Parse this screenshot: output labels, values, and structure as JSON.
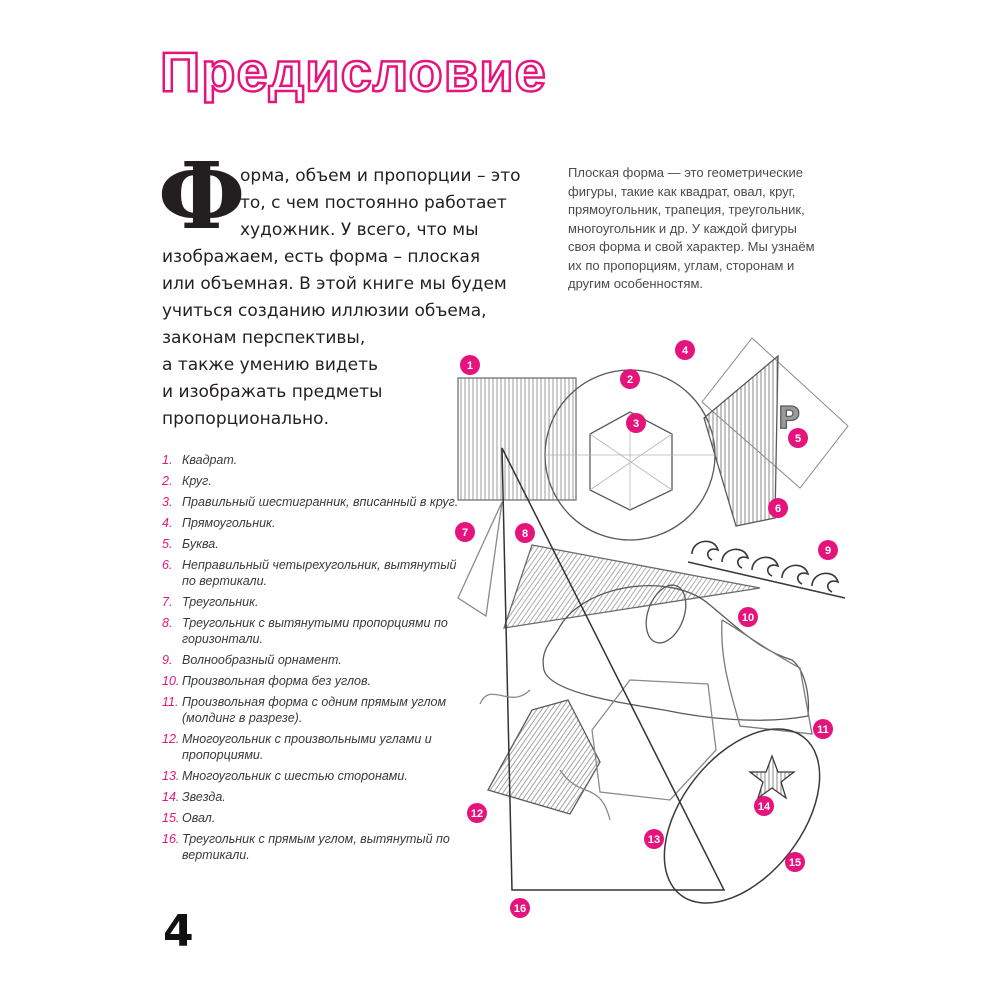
{
  "page": {
    "title": "Предисловие",
    "page_number": "4",
    "accent_color": "#e5147c"
  },
  "intro": {
    "dropcap": "Ф",
    "lines": [
      "орма, объем и пропорции – это",
      "то, с чем постоянно работает",
      "художник. У всего, что мы",
      "изображаем, есть форма – плоская",
      "или объемная. В этой книге мы будем",
      "учиться созданию иллюзии объема,",
      "законам перспективы,",
      "а также умению видеть",
      "и изображать предметы",
      "пропорционально."
    ]
  },
  "sidenote": "Плоская форма — это геометрические фигуры, такие как квадрат, овал, круг, прямоугольник, трапеция, треугольник, многоугольник и др. У каждой фигуры своя форма и свой характер. Мы узнаём их по пропорциям, углам, сторонам и другим особенностям.",
  "legend": [
    {
      "num": "1.",
      "text": "Квадрат."
    },
    {
      "num": "2.",
      "text": "Круг."
    },
    {
      "num": "3.",
      "text": "Правильный шестигранник, вписанный в круг."
    },
    {
      "num": "4.",
      "text": "Прямоугольник."
    },
    {
      "num": "5.",
      "text": "Буква."
    },
    {
      "num": "6.",
      "text": "Неправильный четырехугольник, вытянутый по вертикали."
    },
    {
      "num": "7.",
      "text": "Треугольник."
    },
    {
      "num": "8.",
      "text": "Треугольник с вытянутыми пропорциями по горизонтали."
    },
    {
      "num": "9.",
      "text": "Волнообразный орнамент."
    },
    {
      "num": "10.",
      "text": "Произвольная форма без углов."
    },
    {
      "num": "11.",
      "text": "Произвольная форма с одним прямым углом (молдинг в разрезе)."
    },
    {
      "num": "12.",
      "text": "Многоугольник с произвольными углами и пропорциями."
    },
    {
      "num": "13.",
      "text": "Многоугольник с шестью сторонами."
    },
    {
      "num": "14.",
      "text": "Звезда."
    },
    {
      "num": "15.",
      "text": "Овал."
    },
    {
      "num": "16.",
      "text": "Треугольник с прямым углом, вытянутый по вертикали."
    }
  ],
  "drawing": {
    "letter": "P",
    "badges": [
      "1",
      "2",
      "3",
      "4",
      "5",
      "6",
      "7",
      "8",
      "9",
      "10",
      "11",
      "12",
      "13",
      "14",
      "15",
      "16"
    ],
    "badge_color": "#e5147c",
    "stroke_color": "#5a5a5a"
  }
}
